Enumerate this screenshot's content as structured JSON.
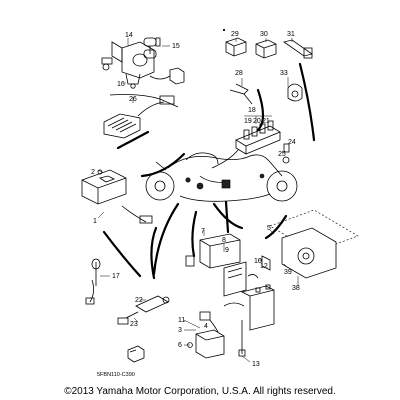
{
  "diagram": {
    "callouts": [
      {
        "id": "c14",
        "text": "14"
      },
      {
        "id": "c15",
        "text": "15"
      },
      {
        "id": "c16",
        "text": "16"
      },
      {
        "id": "c26",
        "text": "26"
      },
      {
        "id": "c29",
        "text": "29"
      },
      {
        "id": "c30",
        "text": "30"
      },
      {
        "id": "c31",
        "text": "31"
      },
      {
        "id": "c28",
        "text": "28"
      },
      {
        "id": "c33",
        "text": "33"
      },
      {
        "id": "c18",
        "text": "18"
      },
      {
        "id": "c19",
        "text": "19"
      },
      {
        "id": "c20",
        "text": "20"
      },
      {
        "id": "c21",
        "text": "21"
      },
      {
        "id": "c24",
        "text": "24"
      },
      {
        "id": "c25",
        "text": "25"
      },
      {
        "id": "c2",
        "text": "2"
      },
      {
        "id": "c1",
        "text": "1"
      },
      {
        "id": "c7",
        "text": "7"
      },
      {
        "id": "c8",
        "text": "8"
      },
      {
        "id": "c9",
        "text": "9"
      },
      {
        "id": "c5",
        "text": "5"
      },
      {
        "id": "c10",
        "text": "10"
      },
      {
        "id": "c12",
        "text": "12"
      },
      {
        "id": "c39",
        "text": "39"
      },
      {
        "id": "c38",
        "text": "38"
      },
      {
        "id": "c17",
        "text": "17"
      },
      {
        "id": "c22",
        "text": "22"
      },
      {
        "id": "c23",
        "text": "23"
      },
      {
        "id": "c11",
        "text": "11"
      },
      {
        "id": "c3",
        "text": "3"
      },
      {
        "id": "c4",
        "text": "4"
      },
      {
        "id": "c6",
        "text": "6"
      },
      {
        "id": "c13",
        "text": "13"
      }
    ],
    "diagram_code": "5FBN110-C390"
  },
  "copyright": "©2013 Yamaha Motor Corporation, U.S.A. All rights reserved."
}
